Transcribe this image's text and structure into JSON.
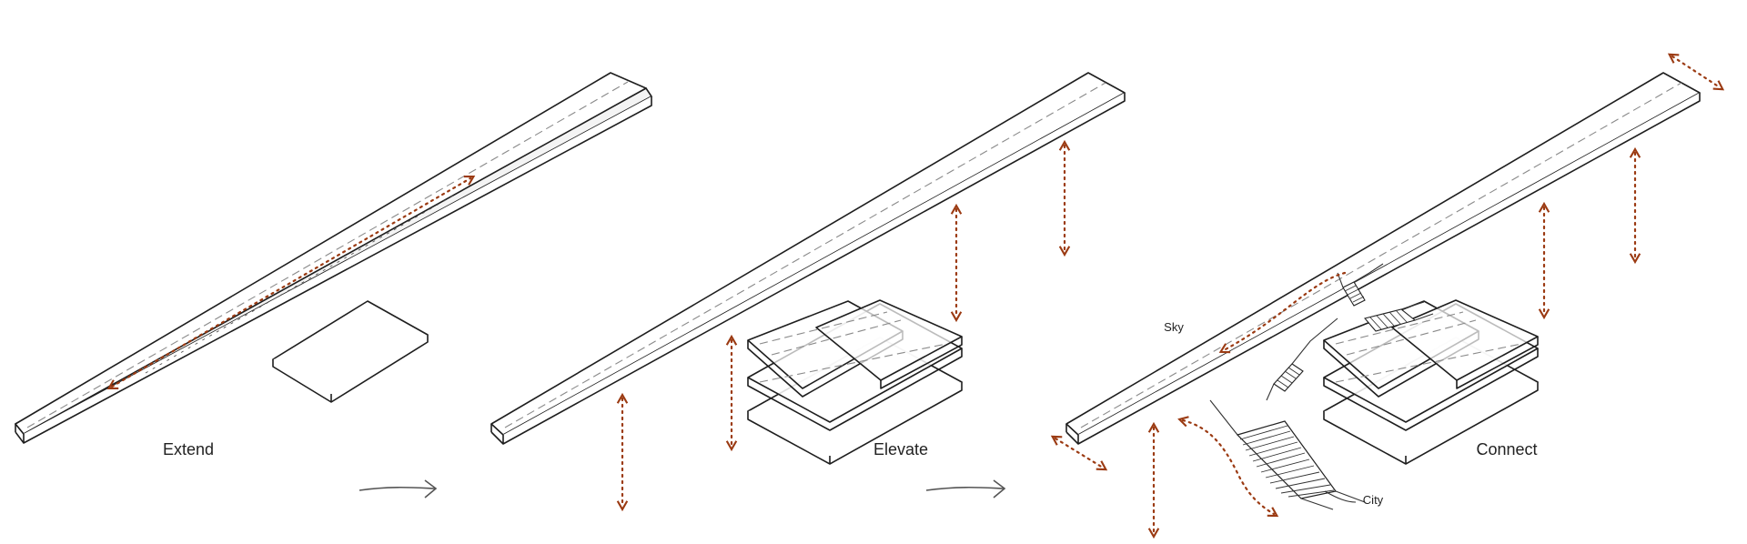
{
  "steps": [
    {
      "label": "Extend"
    },
    {
      "label": "Elevate"
    },
    {
      "label": "Connect"
    }
  ],
  "annotations": {
    "sky": "Sky",
    "city": "City"
  },
  "colors": {
    "accent": "#9b3a12",
    "ink": "#1e1e1e",
    "dash": "#8a8a8a"
  },
  "icons": [
    "right-arrow-icon",
    "right-arrow-icon"
  ]
}
